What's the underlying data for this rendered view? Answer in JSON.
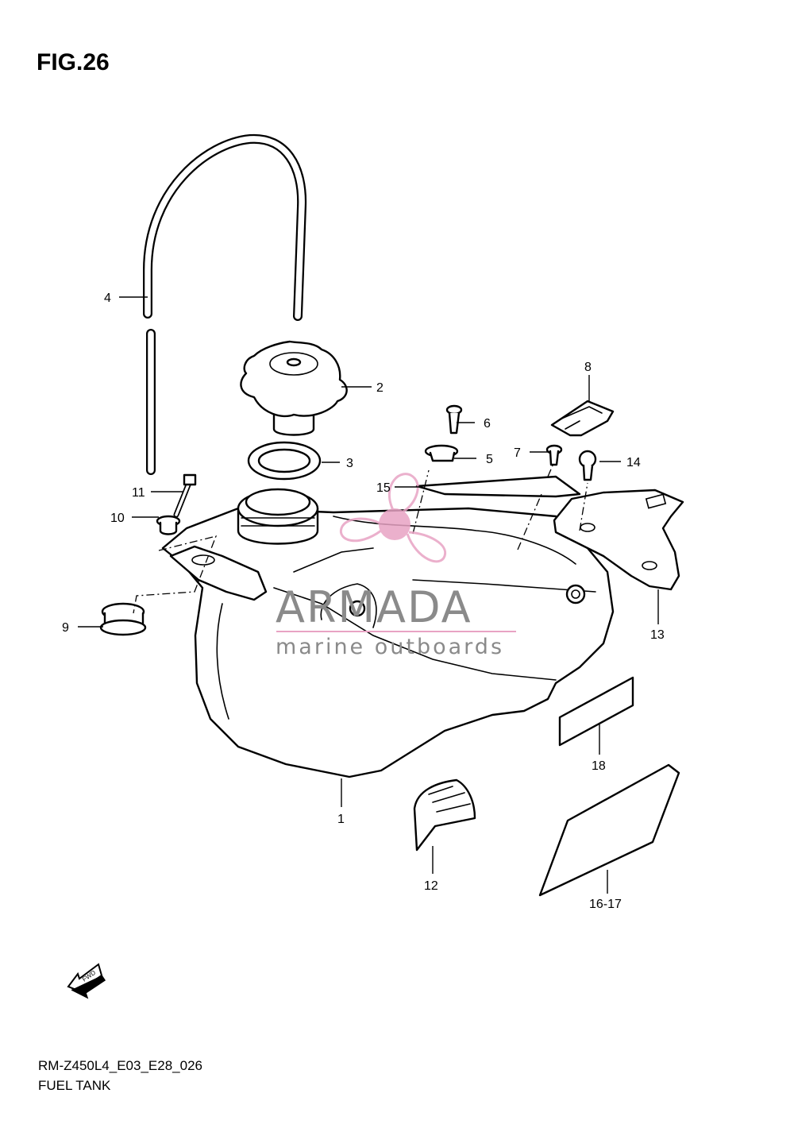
{
  "figure": {
    "title": "FIG.26",
    "code": "RM-Z450L4_E03_E28_026",
    "name": "FUEL TANK"
  },
  "watermark": {
    "brand": "ARMADA",
    "tagline": "marine outboards",
    "brand_color": "#e8a3c4",
    "text_color": "#8a8a8a"
  },
  "fwd_label": "FWD",
  "callouts": [
    {
      "id": "c1",
      "label": "1"
    },
    {
      "id": "c2",
      "label": "2"
    },
    {
      "id": "c3",
      "label": "3"
    },
    {
      "id": "c4",
      "label": "4"
    },
    {
      "id": "c5",
      "label": "5"
    },
    {
      "id": "c6",
      "label": "6"
    },
    {
      "id": "c7",
      "label": "7"
    },
    {
      "id": "c8",
      "label": "8"
    },
    {
      "id": "c9",
      "label": "9"
    },
    {
      "id": "c10",
      "label": "10"
    },
    {
      "id": "c11",
      "label": "11"
    },
    {
      "id": "c12",
      "label": "12"
    },
    {
      "id": "c13",
      "label": "13"
    },
    {
      "id": "c14",
      "label": "14"
    },
    {
      "id": "c15",
      "label": "15"
    },
    {
      "id": "c16",
      "label": "16-17"
    },
    {
      "id": "c18",
      "label": "18"
    }
  ]
}
